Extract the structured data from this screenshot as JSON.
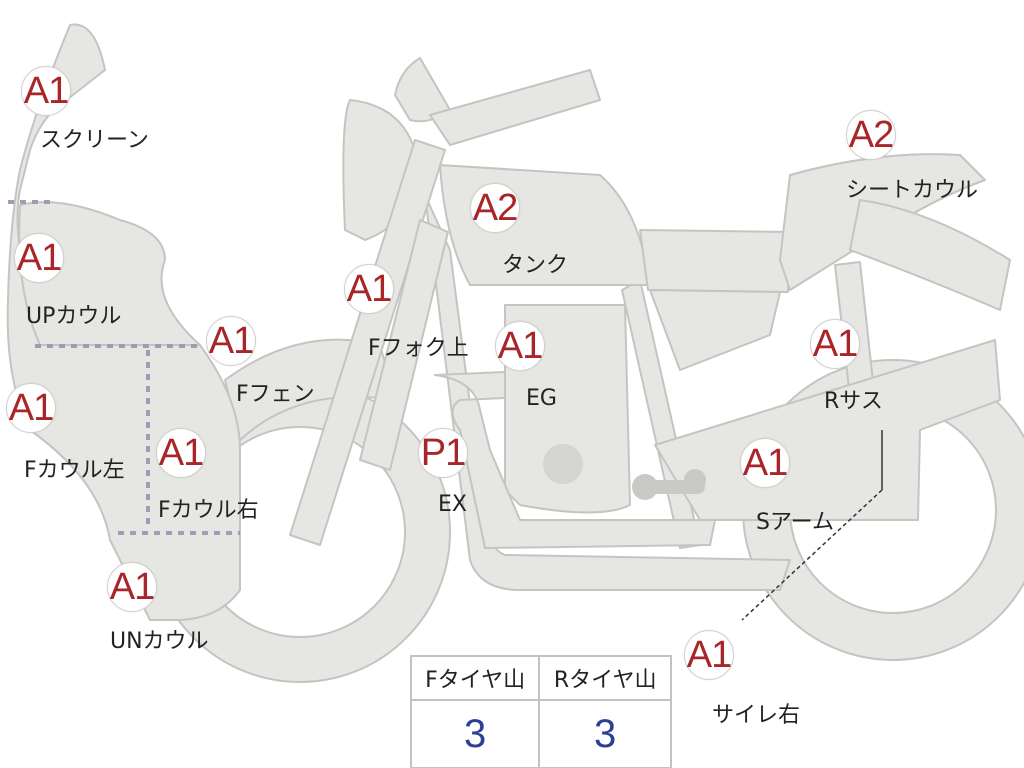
{
  "parts": [
    {
      "id": "screen",
      "grade": "A1",
      "label": "スクリーン"
    },
    {
      "id": "up-cowl",
      "grade": "A1",
      "label": "UPカウル"
    },
    {
      "id": "f-cowl-left",
      "grade": "A1",
      "label": "Fカウル左"
    },
    {
      "id": "f-cowl-right",
      "grade": "A1",
      "label": "Fカウル右"
    },
    {
      "id": "un-cowl",
      "grade": "A1",
      "label": "UNカウル"
    },
    {
      "id": "f-fender",
      "grade": "A1",
      "label": "Fフェン"
    },
    {
      "id": "f-fork-upper",
      "grade": "A1",
      "label": "Fフォク上"
    },
    {
      "id": "tank",
      "grade": "A2",
      "label": "タンク"
    },
    {
      "id": "engine",
      "grade": "A1",
      "label": "EG"
    },
    {
      "id": "exhaust",
      "grade": "P1",
      "label": "EX"
    },
    {
      "id": "seat-cowl",
      "grade": "A2",
      "label": "シートカウル"
    },
    {
      "id": "r-suspension",
      "grade": "A1",
      "label": "Rサス"
    },
    {
      "id": "swing-arm",
      "grade": "A1",
      "label": "Sアーム"
    },
    {
      "id": "silencer-right",
      "grade": "A1",
      "label": "サイレ右"
    }
  ],
  "tire_tread": {
    "front_label": "Fタイヤ山",
    "rear_label": "Rタイヤ山",
    "front_value": "3",
    "rear_value": "3"
  },
  "colors": {
    "grade_text": "#a8262a",
    "tread_value": "#2b3f95",
    "body_fill": "#e6e6e3",
    "body_stroke": "#c4c4c4"
  }
}
